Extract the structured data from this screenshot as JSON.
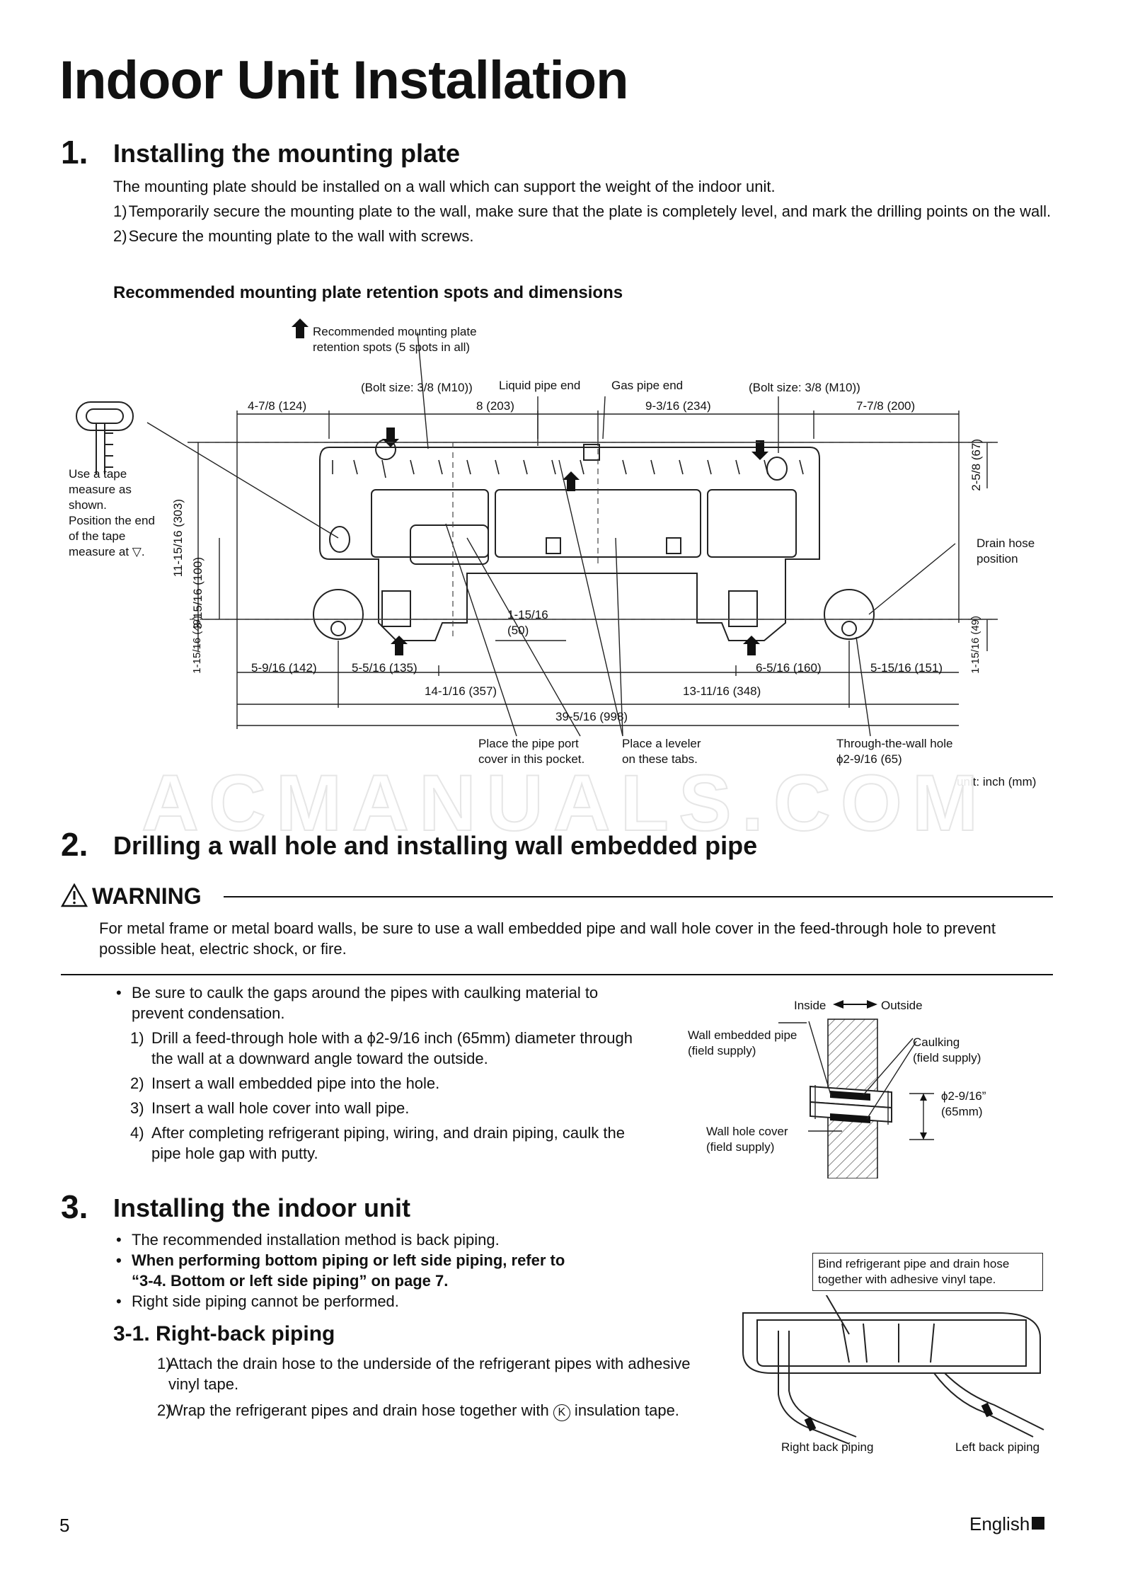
{
  "page_title": "Indoor Unit Installation",
  "section1": {
    "number": "1.",
    "title": "Installing the mounting plate",
    "intro": "The mounting plate should be installed on a wall which can support the weight of the indoor unit.",
    "step1_num": "1)",
    "step1": "Temporarily secure the mounting plate to the wall, make sure that the plate is completely level, and mark the drilling points on the wall.",
    "step2_num": "2)",
    "step2": "Secure the mounting plate to the wall with screws.",
    "subheading": "Recommended mounting plate retention spots and dimensions"
  },
  "diagram1": {
    "retention_note_1": "Recommended mounting plate",
    "retention_note_2": "retention spots (5 spots in all)",
    "bolt_left": "(Bolt size: 3/8 (M10))",
    "bolt_right": "(Bolt size: 3/8 (M10))",
    "liquid_pipe": "Liquid pipe end",
    "gas_pipe": "Gas pipe end",
    "dim_top_1": "4-7/8 (124)",
    "dim_top_2": "8 (203)",
    "dim_top_3": "9-3/16 (234)",
    "dim_top_4": "7-7/8 (200)",
    "tape_1": "Use a tape",
    "tape_2": "measure as",
    "tape_3": "shown.",
    "tape_4": "Position the end",
    "tape_5": "of the tape",
    "tape_6": "measure at ▽.",
    "dim_v_303": "11-15/16 (303)",
    "dim_v_100": "3-15/16 (100)",
    "dim_v_49_left": "1-15/16 (49)",
    "dim_v_67": "2-5/8 (67)",
    "dim_v_49_right": "1-15/16 (49)",
    "drain_1": "Drain hose",
    "drain_2": "position",
    "dim_mid_1": "1-15/16",
    "dim_mid_2": "(50)",
    "dim_b_142": "5-9/16 (142)",
    "dim_b_135": "5-5/16 (135)",
    "dim_b_160": "6-5/16 (160)",
    "dim_b_151": "5-15/16 (151)",
    "dim_b_357": "14-1/16 (357)",
    "dim_b_348": "13-11/16 (348)",
    "dim_b_998": "39-5/16 (998)",
    "pocket_1": "Place the pipe port",
    "pocket_2": "cover in this pocket.",
    "leveler_1": "Place a leveler",
    "leveler_2": "on these tabs.",
    "hole_1": "Through-the-wall hole",
    "hole_2": "ϕ2-9/16 (65)",
    "unit": "unit: inch (mm)"
  },
  "watermark": "ACMANUALS.COM",
  "section2": {
    "number": "2.",
    "title": "Drilling a wall hole and installing wall embedded pipe",
    "warning_label": "WARNING",
    "warning_text": "For metal frame or metal board walls, be sure to use a wall embedded pipe and wall hole cover in the feed-through hole to prevent possible heat, electric shock, or fire.",
    "bullet": "Be sure to caulk the gaps around the pipes with caulking material to prevent condensation.",
    "steps": [
      {
        "n": "1)",
        "text": "Drill a feed-through hole with a ϕ2-9/16 inch (65mm) diameter through the wall at a downward angle toward the outside."
      },
      {
        "n": "2)",
        "text": "Insert a wall embedded pipe into the hole."
      },
      {
        "n": "3)",
        "text": "Insert a wall hole cover into wall pipe."
      },
      {
        "n": "4)",
        "text": "After completing refrigerant piping, wiring, and drain piping, caulk the pipe hole gap with putty."
      }
    ]
  },
  "diagram2": {
    "inside": "Inside",
    "outside": "Outside",
    "wall_pipe_1": "Wall embedded pipe",
    "wall_pipe_2": "(field supply)",
    "caulking_1": "Caulking",
    "caulking_2": "(field supply)",
    "dia_1": "ϕ2-9/16”",
    "dia_2": "(65mm)",
    "cover_1": "Wall hole cover",
    "cover_2": "(field supply)"
  },
  "section3": {
    "number": "3.",
    "title": "Installing the indoor unit",
    "bullet1": "The recommended installation method is back piping.",
    "bullet2a": "When performing bottom piping or left side piping, refer to",
    "bullet2b": "“3-4. Bottom or left side piping” on page 7.",
    "bullet3": "Right side piping cannot be performed.",
    "sub_title": "3-1. Right-back piping",
    "step1_num": "1)",
    "step1": "Attach the drain hose to the underside of the refrigerant pipes with adhesive vinyl tape.",
    "step2_num": "2)",
    "step2_a": "Wrap the refrigerant pipes and drain hose together with ",
    "step2_k": "K",
    "step2_b": " insulation tape."
  },
  "diagram3": {
    "callout_1": "Bind refrigerant pipe and drain hose",
    "callout_2": "together with adhesive vinyl tape.",
    "right_back": "Right back piping",
    "left_back": "Left back piping"
  },
  "footer": {
    "page_number": "5",
    "language": "English"
  }
}
